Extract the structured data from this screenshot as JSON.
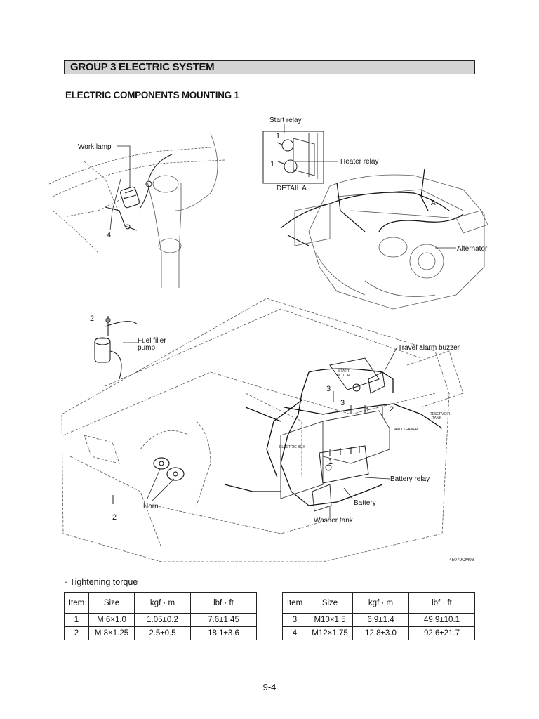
{
  "header": {
    "group_title": "GROUP  3  ELECTRIC SYSTEM",
    "section_title": "ELECTRIC COMPONENTS MOUNTING 1"
  },
  "figure": {
    "labels": {
      "work_lamp": "Work lamp",
      "start_relay": "Start relay",
      "heater_relay": "Heater relay",
      "detail_a": "DETAIL  A",
      "a_marker": "A",
      "alternator": "Alternator",
      "fuel_filler_pump_line1": "Fuel filler",
      "fuel_filler_pump_line2": "pump",
      "travel_alarm_buzzer": "Travel alarm buzzer",
      "battery_relay": "Battery relay",
      "battery": "Battery",
      "washer_tank": "Washer tank",
      "horn": "Horn",
      "start_motor_line1": "START",
      "start_motor_line2": "MOTOR",
      "electric_box": "ELECTRIC BOX",
      "reservoir_tank_line1": "RESERVOIR",
      "reservoir_tank_line2": "TANK",
      "air_cleaner": "AIR CLEANER",
      "drawing_code": "45079CM03"
    },
    "callouts": {
      "c4": "4",
      "c1_start": "1",
      "c1_heater": "1",
      "c2_fuel": "2",
      "c3_left": "3",
      "c3_mid": "3",
      "c3_right": "3",
      "c2_right": "2",
      "c1_battery": "1",
      "c2_horn": "2"
    }
  },
  "torque": {
    "label": "· Tightening torque",
    "headers": [
      "Item",
      "Size",
      "kgf · m",
      "lbf · ft"
    ],
    "left_rows": [
      [
        "1",
        "M 6×1.0",
        "1.05±0.2",
        "7.6±1.45"
      ],
      [
        "2",
        "M 8×1.25",
        "2.5±0.5",
        "18.1±3.6"
      ]
    ],
    "right_rows": [
      [
        "3",
        "M10×1.5",
        "6.9±1.4",
        "49.9±10.1"
      ],
      [
        "4",
        "M12×1.75",
        "12.8±3.0",
        "92.6±21.7"
      ]
    ]
  },
  "footer": {
    "page_number": "9-4"
  }
}
